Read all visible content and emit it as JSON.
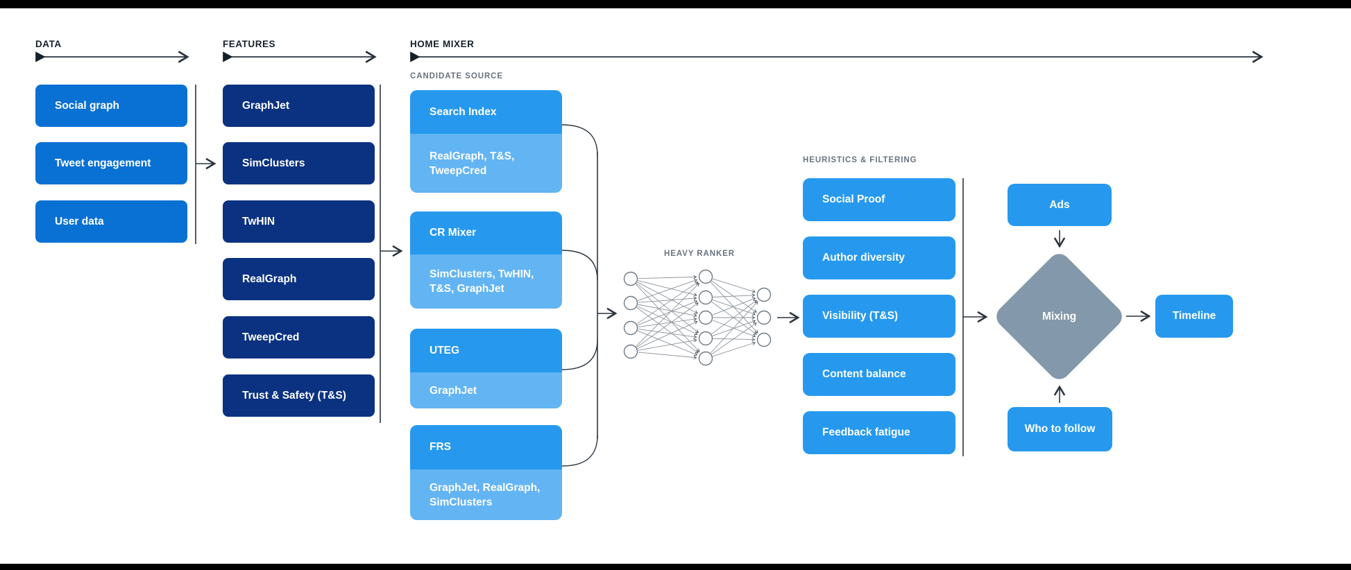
{
  "colors": {
    "data_blue": "#0a71d4",
    "navy": "#0b3280",
    "bright_blue": "#2699ee",
    "light_blue": "#63b4f3",
    "mixer_gray": "#8398aa",
    "line_dark": "#2a333d",
    "header_dark": "#16202a",
    "label_gray": "#68737e",
    "nn_stroke": "#6f7a83",
    "nn_edge": "#8b939b",
    "frame_black": "#000000"
  },
  "columns": {
    "data": {
      "header": "DATA",
      "items": [
        "Social graph",
        "Tweet engagement",
        "User data"
      ]
    },
    "features": {
      "header": "FEATURES",
      "items": [
        "GraphJet",
        "SimClusters",
        "TwHIN",
        "RealGraph",
        "TweepCred",
        "Trust & Safety (T&S)"
      ]
    },
    "home_mixer": {
      "header": "HOME MIXER"
    }
  },
  "candidate_source": {
    "label": "CANDIDATE SOURCE",
    "cards": [
      {
        "title": "Search Index",
        "sources": "RealGraph, T&S, TweepCred"
      },
      {
        "title": "CR Mixer",
        "sources": "SimClusters, TwHIN, T&S, GraphJet"
      },
      {
        "title": "UTEG",
        "sources": "GraphJet"
      },
      {
        "title": "FRS",
        "sources": "GraphJet, RealGraph, SimClusters"
      }
    ]
  },
  "heavy_ranker": {
    "label": "HEAVY RANKER"
  },
  "heuristics": {
    "label": "HEURISTICS & FILTERING",
    "items": [
      "Social Proof",
      "Author diversity",
      "Visibility (T&S)",
      "Content balance",
      "Feedback fatigue"
    ]
  },
  "output": {
    "ads": "Ads",
    "mixing": "Mixing",
    "who_to_follow": "Who to follow",
    "timeline": "Timeline"
  }
}
